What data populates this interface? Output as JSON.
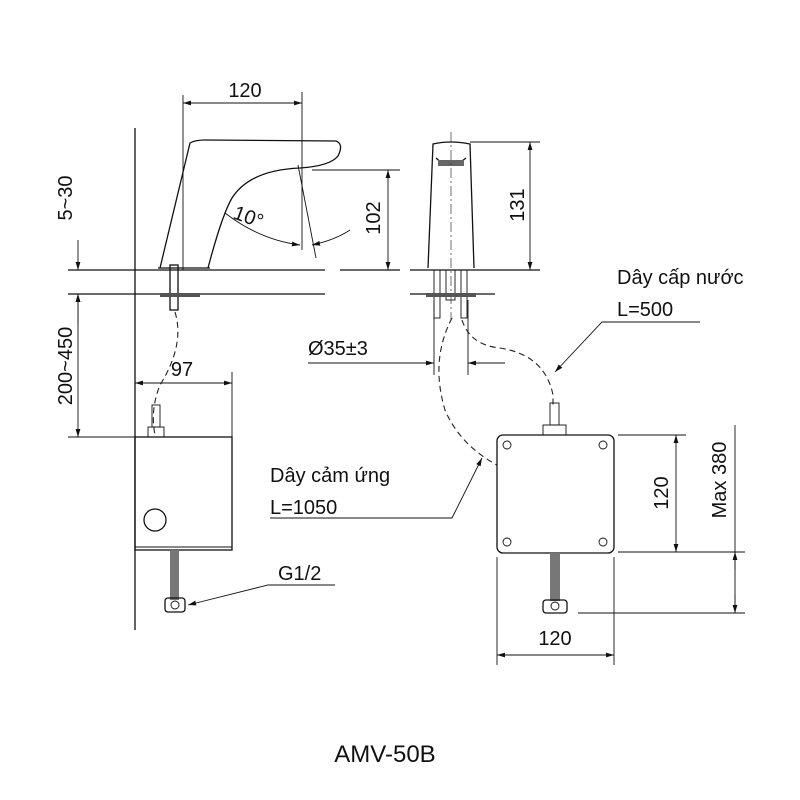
{
  "model": "AMV-50B",
  "dimensions": {
    "spout_reach": "120",
    "deck_thickness": "5~30",
    "box_depth": "200~450",
    "spout_angle": "10°",
    "spout_height": "102",
    "total_height": "131",
    "hole_diameter": "Ø35±3",
    "box_offset": "97",
    "box_height": "120",
    "box_width": "120",
    "max_length": "Max 380"
  },
  "labels": {
    "supply_hose": "Dây cấp nước",
    "supply_hose_length": "L=500",
    "sensor_cable": "Dây cảm ứng",
    "sensor_cable_length": "L=1050",
    "thread": "G1/2"
  }
}
